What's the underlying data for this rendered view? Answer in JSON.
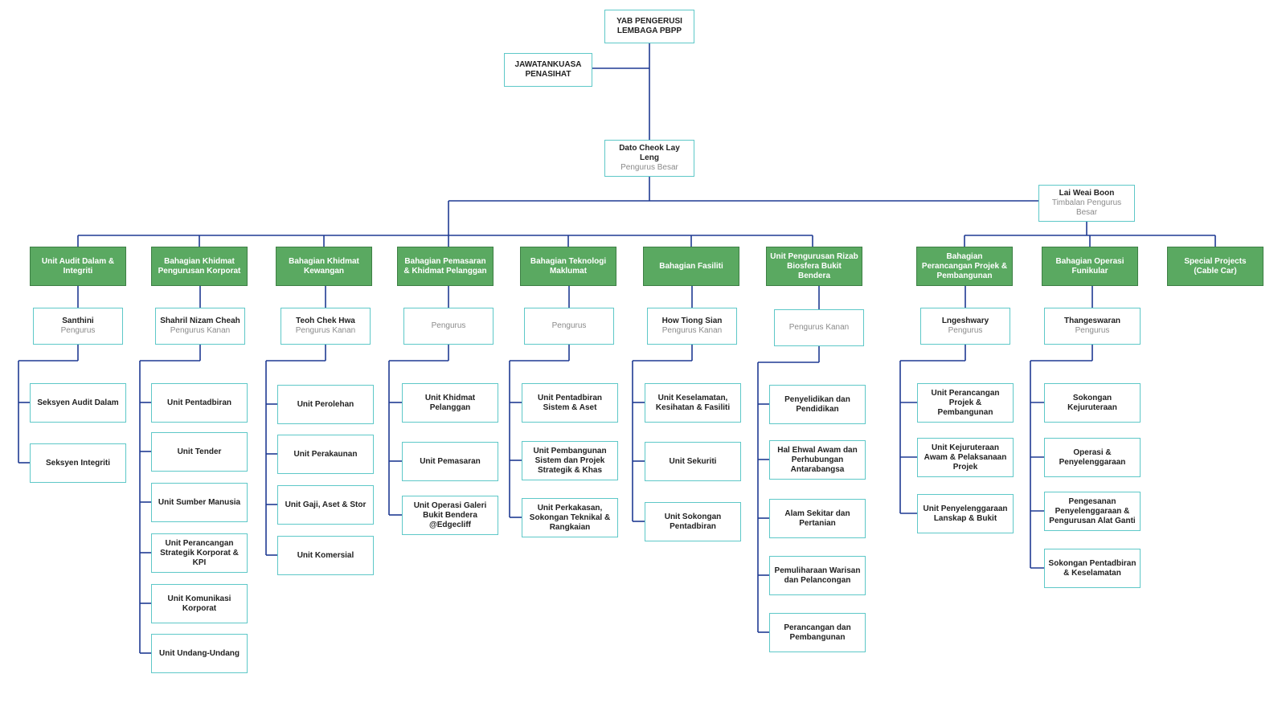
{
  "colors": {
    "line": "#1f3a93",
    "green": "#5aa961",
    "border": "#5ec8c8"
  },
  "top": {
    "chairman": "YAB PENGERUSI LEMBAGA PBPP",
    "committee": "JAWATANKUASA PENASIHAT",
    "gm_name": "Dato Cheok Lay Leng",
    "gm_role": "Pengurus Besar",
    "dgm_name": "Lai Weai Boon",
    "dgm_role": "Timbalan Pengurus Besar"
  },
  "departments": [
    {
      "title": "Unit Audit Dalam & Integriti",
      "head_name": "Santhini",
      "head_role": "Pengurus",
      "units": [
        "Seksyen Audit Dalam",
        "Seksyen Integriti"
      ]
    },
    {
      "title": "Bahagian Khidmat Pengurusan Korporat",
      "head_name": "Shahril Nizam Cheah",
      "head_role": "Pengurus Kanan",
      "units": [
        "Unit Pentadbiran",
        "Unit Tender",
        "Unit Sumber Manusia",
        "Unit Perancangan Strategik Korporat & KPI",
        "Unit Komunikasi Korporat",
        "Unit Undang-Undang"
      ]
    },
    {
      "title": "Bahagian Khidmat Kewangan",
      "head_name": "Teoh Chek Hwa",
      "head_role": "Pengurus Kanan",
      "units": [
        "Unit Perolehan",
        "Unit Perakaunan",
        "Unit Gaji, Aset & Stor",
        "Unit Komersial"
      ]
    },
    {
      "title": "Bahagian Pemasaran & Khidmat Pelanggan",
      "head_name": "",
      "head_role": "Pengurus",
      "units": [
        "Unit Khidmat Pelanggan",
        "Unit Pemasaran",
        "Unit Operasi Galeri Bukit Bendera @Edgecliff"
      ]
    },
    {
      "title": "Bahagian Teknologi Maklumat",
      "head_name": "",
      "head_role": "Pengurus",
      "units": [
        "Unit Pentadbiran Sistem & Aset",
        "Unit Pembangunan Sistem dan Projek Strategik & Khas",
        "Unit Perkakasan, Sokongan Teknikal & Rangkaian"
      ]
    },
    {
      "title": "Bahagian Fasiliti",
      "head_name": "How Tiong Sian",
      "head_role": "Pengurus Kanan",
      "units": [
        "Unit Keselamatan, Kesihatan & Fasiliti",
        "Unit Sekuriti",
        "Unit Sokongan Pentadbiran"
      ]
    },
    {
      "title": "Unit Pengurusan Rizab Biosfera Bukit Bendera",
      "head_name": "",
      "head_role": "Pengurus Kanan",
      "units": [
        "Penyelidikan dan Pendidikan",
        "Hal Ehwal Awam dan Perhubungan Antarabangsa",
        "Alam Sekitar dan Pertanian",
        "Pemuliharaan Warisan dan Pelancongan",
        "Perancangan dan Pembangunan"
      ]
    },
    {
      "title": "Bahagian Perancangan Projek & Pembangunan",
      "head_name": "Lngeshwary",
      "head_role": "Pengurus",
      "units": [
        "Unit Perancangan Projek & Pembangunan",
        "Unit Kejuruteraan Awam & Pelaksanaan Projek",
        "Unit Penyelenggaraan Lanskap & Bukit"
      ]
    },
    {
      "title": "Bahagian Operasi Funikular",
      "head_name": "Thangeswaran",
      "head_role": "Pengurus",
      "units": [
        "Sokongan Kejuruteraan",
        "Operasi & Penyelenggaraan",
        "Pengesanan Penyelenggaraan & Pengurusan Alat Ganti",
        "Sokongan Pentadbiran & Keselamatan"
      ]
    },
    {
      "title": "Special Projects (Cable Car)",
      "head_name": "",
      "head_role": "",
      "units": []
    }
  ]
}
